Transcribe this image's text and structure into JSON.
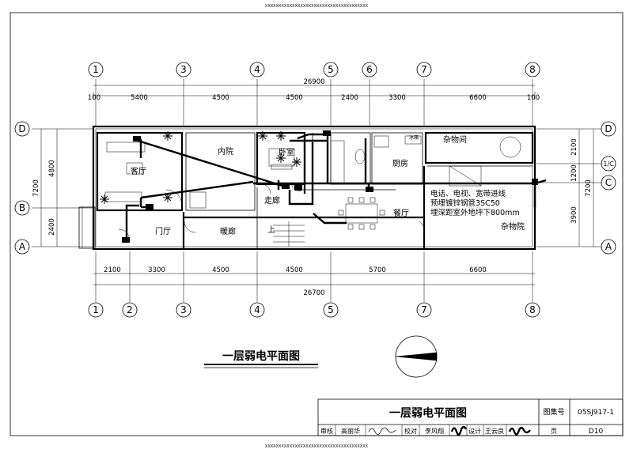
{
  "watermark_top": "XXXXXXXXXXXXXXXXXXXXXXXXXXXXXXXXXXXXXX",
  "watermark_bottom": "XXXXXXXXXXXXXXXXXXXXXXXXXXXXXXXXXXXXXX",
  "drawing_title": "一层弱电平面图",
  "axes": {
    "top": [
      "1",
      "3",
      "4",
      "5",
      "6",
      "7",
      "8"
    ],
    "bottom": [
      "1",
      "2",
      "3",
      "4",
      "5",
      "7",
      "8"
    ],
    "left": [
      "D",
      "B",
      "A"
    ],
    "right": [
      "D",
      "1/C",
      "C",
      "A"
    ]
  },
  "dimensions": {
    "top_total": "26900",
    "top_parts": [
      "100",
      "5400",
      "4500",
      "4500",
      "2400",
      "3300",
      "6600",
      "100"
    ],
    "bottom_total": "26700",
    "bottom_parts": [
      "2100",
      "3300",
      "4500",
      "4500",
      "5700",
      "6600"
    ],
    "left_total": "7200",
    "left_parts": [
      "4800",
      "2400"
    ],
    "right_total": "7200",
    "right_parts": [
      "2100",
      "1200",
      "3900"
    ]
  },
  "rooms": {
    "living": "客厅",
    "inner_court": "内院",
    "bedroom": "卧室",
    "kitchen": "厨房",
    "storage": "杂物间",
    "corridor": "走廊",
    "dining": "餐厅",
    "vestibule": "门厅",
    "warm_gallery": "暖廊",
    "yard": "杂物院",
    "up": "上",
    "fridge": "冰箱"
  },
  "notes": [
    "电话、电视、宽带进线",
    "预埋镀锌钢管3SC50",
    "埋深距室外地坪下800mm"
  ],
  "title_block": {
    "title": "一层弱电平面图",
    "atlas_label": "图集号",
    "atlas_no": "05SJ917-1",
    "review_label": "审核",
    "reviewer": "高丽华",
    "check_label": "校对",
    "checker": "李风翔",
    "design_label": "设计",
    "designer": "王云良",
    "page_label": "页",
    "page_no": "D10"
  }
}
